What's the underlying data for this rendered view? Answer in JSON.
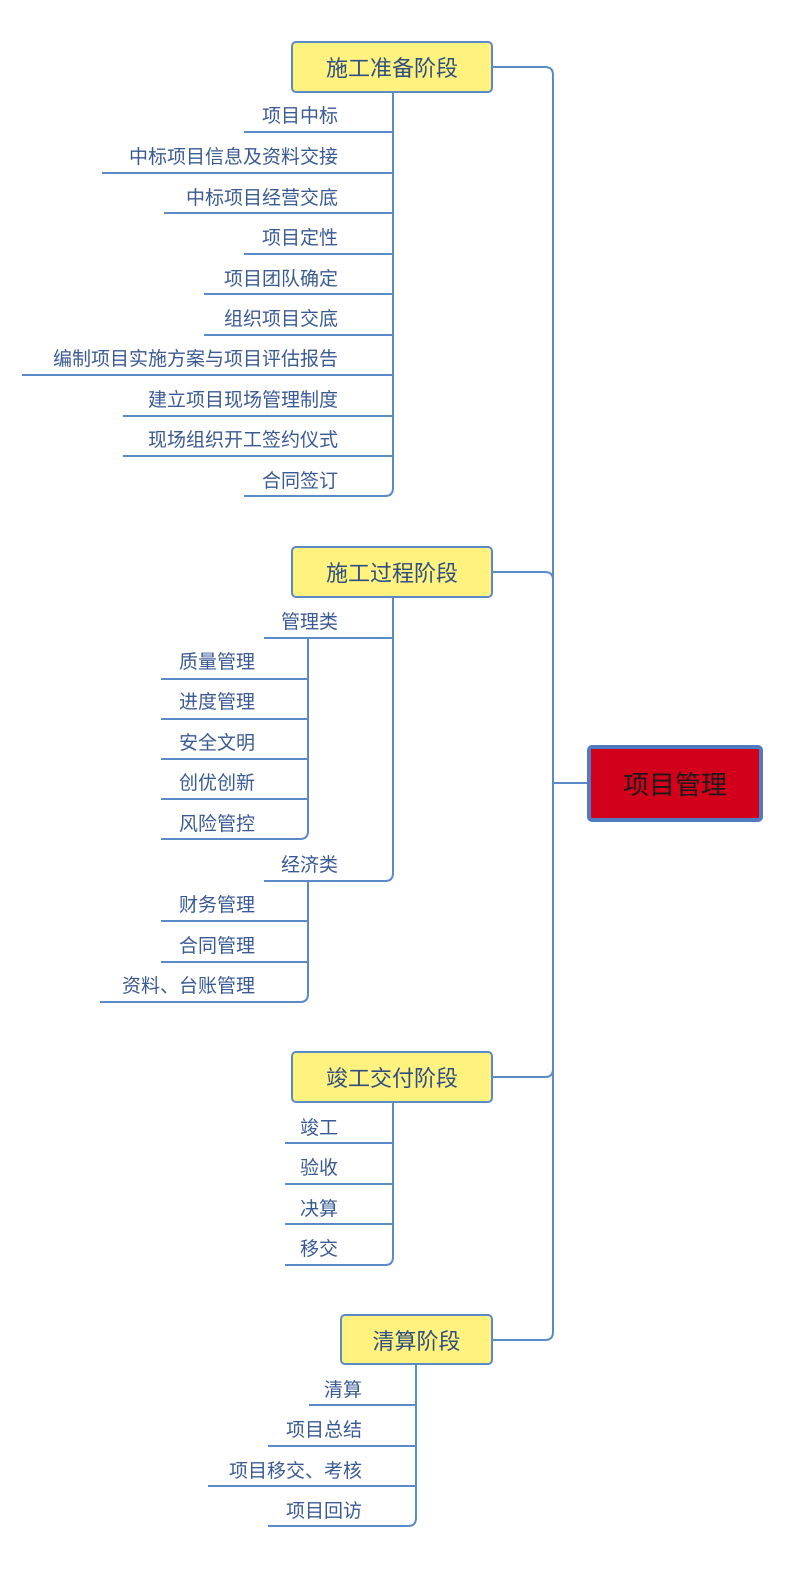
{
  "root": {
    "label": "项目管理"
  },
  "stages": [
    {
      "label": "施工准备阶段",
      "items": [
        "项目中标",
        "中标项目信息及资料交接",
        "中标项目经营交底",
        "项目定性",
        "项目团队确定",
        "组织项目交底",
        "编制项目实施方案与项目评估报告",
        "建立项目现场管理制度",
        "现场组织开工签约仪式",
        "合同签订"
      ]
    },
    {
      "label": "施工过程阶段",
      "groups": [
        {
          "label": "管理类",
          "items": [
            "质量管理",
            "进度管理",
            "安全文明",
            "创优创新",
            "风险管控"
          ]
        },
        {
          "label": "经济类",
          "items": [
            "财务管理",
            "合同管理",
            "资料、台账管理"
          ]
        }
      ]
    },
    {
      "label": "竣工交付阶段",
      "items": [
        "竣工",
        "验收",
        "决算",
        "移交"
      ]
    },
    {
      "label": "清算阶段",
      "items": [
        "清算",
        "项目总结",
        "项目移交、考核",
        "项目回访"
      ]
    }
  ],
  "colors": {
    "root_fill": "#d3001c",
    "root_border": "#4f7bc2",
    "stage_fill": "#fff27f",
    "line": "#5b8ac9",
    "text": "#3a5a94"
  }
}
